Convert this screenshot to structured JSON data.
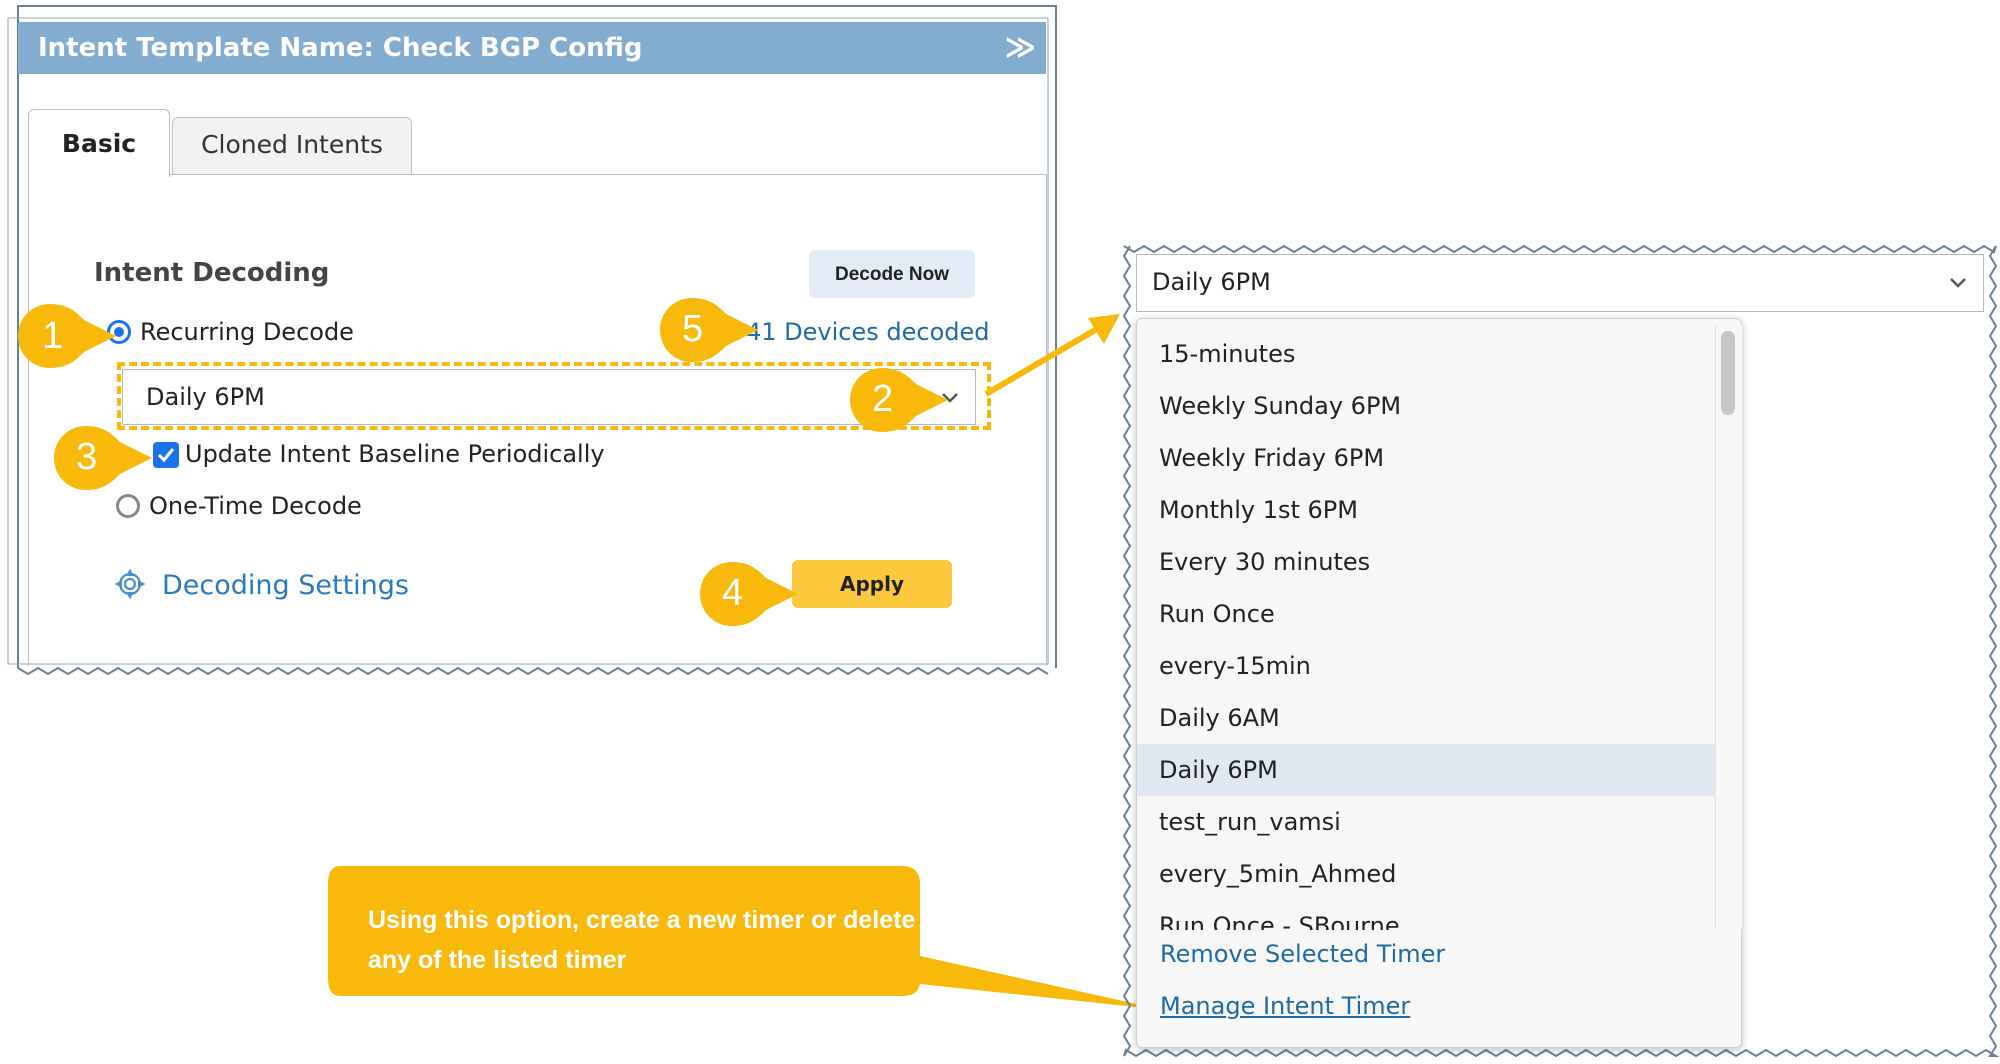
{
  "panel": {
    "title": "Intent Template Name: Check BGP Config",
    "collapse_icon": "double-chevron-right-icon",
    "tabs": [
      {
        "label": "Basic",
        "active": true
      },
      {
        "label": "Cloned Intents",
        "active": false
      }
    ],
    "section_title": "Intent Decoding",
    "decode_now_label": "Decode Now",
    "recurring_label": "Recurring Decode",
    "devices_link": "41 Devices decoded",
    "schedule_value": "Daily 6PM",
    "update_baseline_label": "Update Intent Baseline Periodically",
    "update_baseline_checked": true,
    "one_time_label": "One-Time Decode",
    "decoding_settings_label": "Decoding Settings",
    "apply_label": "Apply"
  },
  "callouts": {
    "c1": "1",
    "c2": "2",
    "c3": "3",
    "c4": "4",
    "c5": "5",
    "note": "Using this option, create a new timer or delete any of the listed timer"
  },
  "dropdown": {
    "selected_value": "Daily 6PM",
    "options": [
      "15-minutes",
      "Weekly Sunday 6PM",
      "Weekly Friday 6PM",
      "Monthly 1st 6PM",
      "Every 30 minutes",
      "Run Once",
      "every-15min",
      "Daily 6AM",
      "Daily 6PM",
      "test_run_vamsi",
      "every_5min_Ahmed",
      "Run Once - SBourne"
    ],
    "selected_index": 8,
    "remove_label": "Remove Selected Timer",
    "manage_label": "Manage Intent Timer"
  },
  "colors": {
    "title_bar": "#82acd0",
    "accent_blue": "#1a73e8",
    "link_blue": "#1f6ba5",
    "callout_yellow": "#f8b90b",
    "apply_yellow": "#fcc93e"
  }
}
